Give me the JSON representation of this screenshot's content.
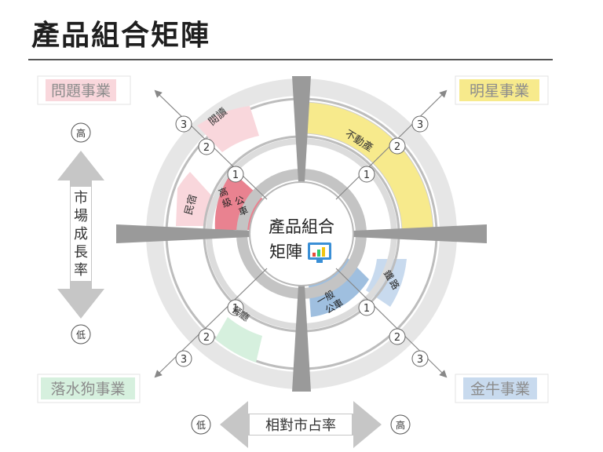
{
  "title": "產品組合矩陣",
  "center": {
    "line1": "產品組合",
    "line2": "矩陣"
  },
  "quadrants": {
    "top_left": "問題事業",
    "top_right": "明星事業",
    "bottom_left": "落水狗事業",
    "bottom_right": "金牛事業"
  },
  "axes": {
    "vertical": {
      "label": [
        "市",
        "場",
        "成",
        "長",
        "率"
      ],
      "high": "高",
      "low": "低"
    },
    "horizontal": {
      "label": "相對市占率",
      "high": "高",
      "low": "低"
    }
  },
  "level_markers": [
    "1",
    "2",
    "3"
  ],
  "products": {
    "reading": "閱讀",
    "real_estate": "不動產",
    "homestay": "民宿",
    "luxury_bus": [
      "高",
      "級",
      "公",
      "車"
    ],
    "railway": [
      "鐵",
      "路"
    ],
    "general_bus": [
      "一般",
      "公車"
    ],
    "dining": "餐廳"
  },
  "colors": {
    "question": "#f9d7dc",
    "star": "#f7ea8c",
    "dog": "#d6f0de",
    "cow": "#c8daee",
    "luxury_bus": "#e98290",
    "general_bus": "#9fbfdf",
    "ring": "#dddddd",
    "divider": "#9a9a9a"
  }
}
